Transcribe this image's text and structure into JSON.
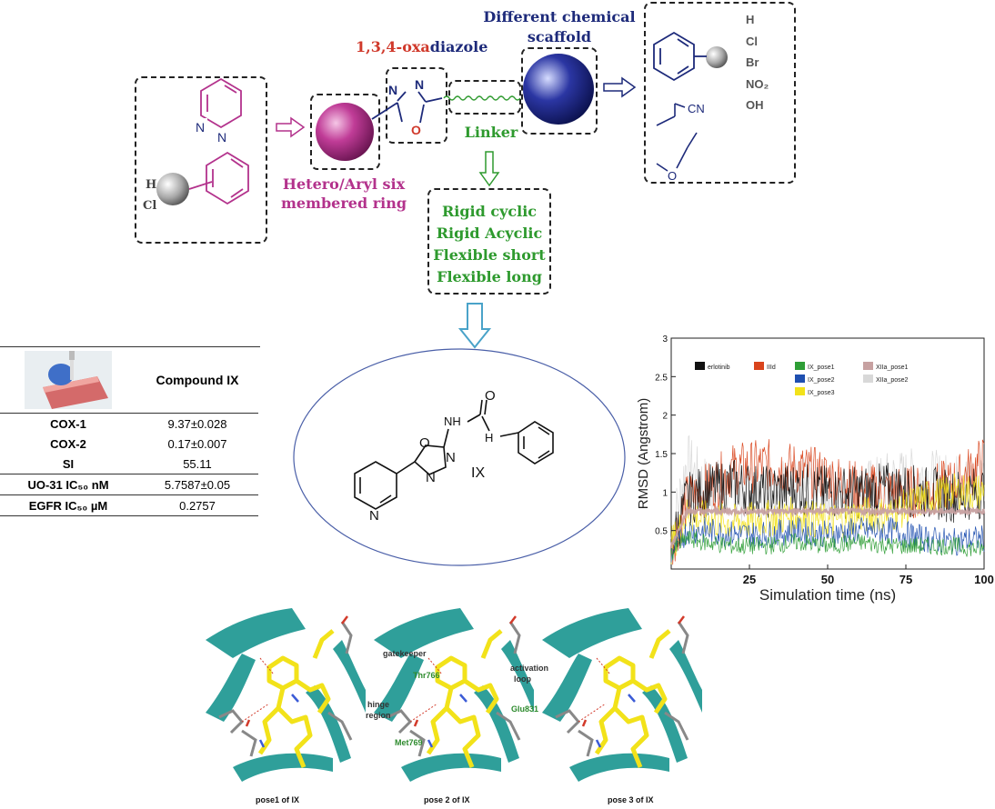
{
  "scheme": {
    "heading_numbers": "1,3,4-",
    "heading_oxa": "oxa",
    "heading_diazole": "diazole",
    "scaffold_label": "Different chemical scaffold",
    "linker_label": "Linker",
    "hetero_label": "Hetero/Aryl six membered ring",
    "linker_types": [
      "Rigid cyclic",
      "Rigid Acyclic",
      "Flexible short",
      "Flexible long"
    ],
    "scaffold_substituents": [
      "H",
      "Cl",
      "Br",
      "NO₂",
      "OH"
    ],
    "aryl_substituents": [
      "H",
      "Cl"
    ],
    "atom_labels": {
      "n1": "N",
      "n2": "N",
      "o": "O",
      "pyr_n1": "N",
      "pyr_n2": "N",
      "cn": "CN",
      "o_ether": "O"
    },
    "colors": {
      "oxadiazole_red": "#d0392b",
      "navy": "#1d2a7a",
      "magenta": "#b3328c",
      "green": "#2e9a2e",
      "cyan_arrow": "#4aa3c9"
    }
  },
  "compound": {
    "label": "IX",
    "atoms": {
      "o1": "O",
      "n1": "N",
      "n2": "N",
      "nh": "NH",
      "nh2": "H",
      "c_o": "O",
      "n_pyr": "N"
    }
  },
  "table": {
    "header": "Compound IX",
    "rows": [
      {
        "key": "COX-1",
        "value": "9.37±0.028"
      },
      {
        "key": "COX-2",
        "value": "0.17±0.007"
      },
      {
        "key": "SI",
        "value": "55.11"
      },
      {
        "key": "UO-31 IC₅₀ nM",
        "value": "5.7587±0.05"
      },
      {
        "key": "EGFR IC₅₀ µM",
        "value": "0.2757"
      }
    ]
  },
  "chart_data": {
    "type": "line",
    "xlabel": "Simulation time (ns)",
    "ylabel": "RMSD (Angstrom)",
    "xlim": [
      0,
      100
    ],
    "ylim": [
      0,
      3
    ],
    "x_ticks": [
      "25",
      "50",
      "75",
      "100"
    ],
    "y_ticks": [
      "0.5",
      "1",
      "1.5",
      "2",
      "2.5",
      "3"
    ],
    "legend_position": "top",
    "series": [
      {
        "name": "erlotinib",
        "color": "#111111",
        "x": [
          0,
          5,
          10,
          20,
          30,
          40,
          50,
          60,
          70,
          80,
          90,
          100
        ],
        "values": [
          0.3,
          0.9,
          1.0,
          1.1,
          1.0,
          1.05,
          1.0,
          1.0,
          1.05,
          1.0,
          0.95,
          1.0
        ]
      },
      {
        "name": "IIId",
        "color": "#d9441c",
        "x": [
          0,
          5,
          10,
          20,
          30,
          40,
          50,
          60,
          70,
          80,
          90,
          100
        ],
        "values": [
          0.3,
          0.9,
          1.0,
          1.3,
          1.35,
          1.3,
          1.2,
          1.05,
          1.0,
          1.0,
          1.1,
          1.4
        ]
      },
      {
        "name": "IX_pose1",
        "color": "#2e9e36",
        "x": [
          0,
          5,
          10,
          20,
          30,
          40,
          50,
          60,
          70,
          80,
          90,
          100
        ],
        "values": [
          0.2,
          0.4,
          0.35,
          0.3,
          0.3,
          0.35,
          0.3,
          0.35,
          0.3,
          0.3,
          0.3,
          0.25
        ]
      },
      {
        "name": "IX_pose2",
        "color": "#1f4fb0",
        "x": [
          0,
          5,
          10,
          20,
          30,
          40,
          50,
          60,
          70,
          80,
          90,
          100
        ],
        "values": [
          0.2,
          0.5,
          0.5,
          0.45,
          0.45,
          0.5,
          0.45,
          0.5,
          0.5,
          0.4,
          0.35,
          0.4
        ]
      },
      {
        "name": "IX_pose3",
        "color": "#f2e21a",
        "x": [
          0,
          5,
          10,
          20,
          30,
          40,
          50,
          60,
          70,
          80,
          90,
          100
        ],
        "values": [
          0.3,
          0.7,
          0.65,
          0.6,
          0.65,
          0.7,
          0.6,
          0.7,
          0.7,
          0.9,
          1.0,
          1.0
        ]
      },
      {
        "name": "XIIa_pose1",
        "color": "#c7a1a1",
        "x": [
          0,
          5,
          10,
          20,
          30,
          40,
          50,
          60,
          70,
          80,
          90,
          100
        ],
        "values": [
          0.3,
          0.75,
          0.75,
          0.75,
          0.75,
          0.75,
          0.75,
          0.75,
          0.75,
          0.75,
          0.75,
          0.75
        ]
      },
      {
        "name": "XIIa_pose2",
        "color": "#d8d8d8",
        "x": [
          0,
          5,
          10,
          20,
          30,
          40,
          50,
          60,
          70,
          80,
          90,
          100
        ],
        "values": [
          0.4,
          1.4,
          1.1,
          1.0,
          1.0,
          1.1,
          1.0,
          1.0,
          1.15,
          1.2,
          1.1,
          1.2
        ]
      }
    ]
  },
  "docking": {
    "captions": [
      "pose1 of IX",
      "pose 2 of IX",
      "pose 3 of IX"
    ],
    "labels": {
      "gatekeeper": "gatekeeper",
      "thr": "Thr766",
      "activation": "activation",
      "loop": "loop",
      "glu": "Glu831",
      "hinge": "hinge",
      "region": "region",
      "met": "Met769"
    }
  }
}
